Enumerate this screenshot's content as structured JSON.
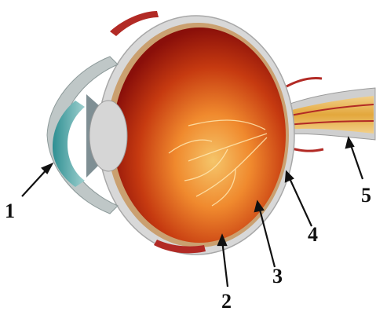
{
  "diagram": {
    "callouts": [
      {
        "id": "1",
        "label": "1"
      },
      {
        "id": "2",
        "label": "2"
      },
      {
        "id": "3",
        "label": "3"
      },
      {
        "id": "4",
        "label": "4"
      },
      {
        "id": "5",
        "label": "5"
      }
    ]
  },
  "colors": {
    "vitreous_dark": "#8a0f0a",
    "vitreous_mid": "#c8320e",
    "retina_glow": "#f3a24c",
    "sclera": "#d9d9d9",
    "cornea": "#4aa6a6",
    "lens": "#cfcfcf",
    "nerve": "#e8b44a",
    "vessel": "#b22a25"
  }
}
